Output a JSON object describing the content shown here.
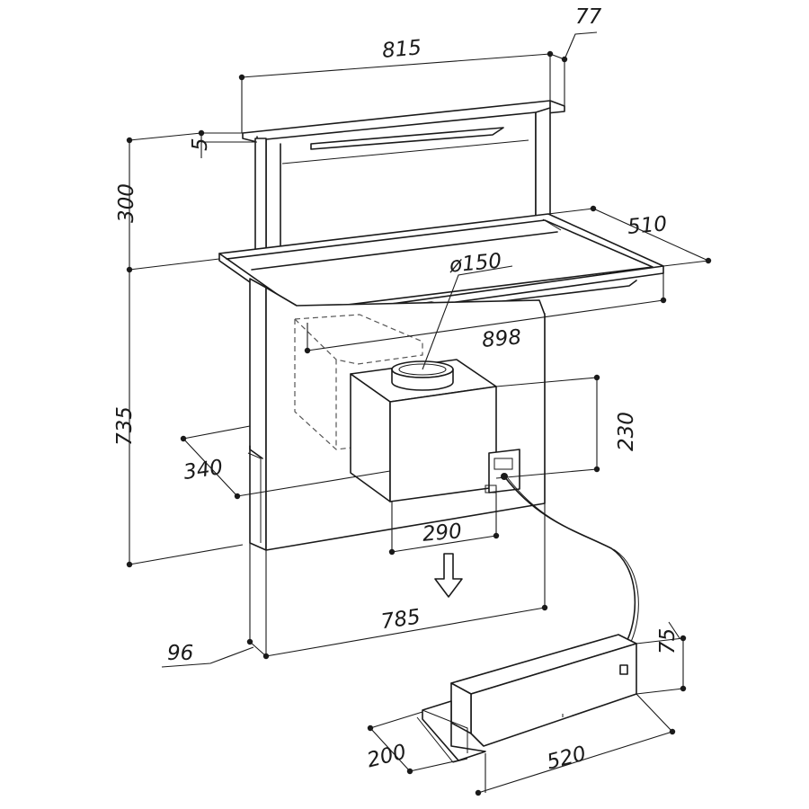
{
  "dimensions": {
    "top_width": "815",
    "top_depth": "77",
    "top_thickness": "5",
    "rise_height": "300",
    "cut_depth": "510",
    "duct_diameter": "ø150",
    "cut_width": "898",
    "motor_height": "230",
    "motor_offset": "340",
    "motor_width": "290",
    "body_height": "735",
    "body_width": "785",
    "body_depth": "96",
    "remote_height": "75",
    "remote_width": "200",
    "remote_length": "520"
  }
}
